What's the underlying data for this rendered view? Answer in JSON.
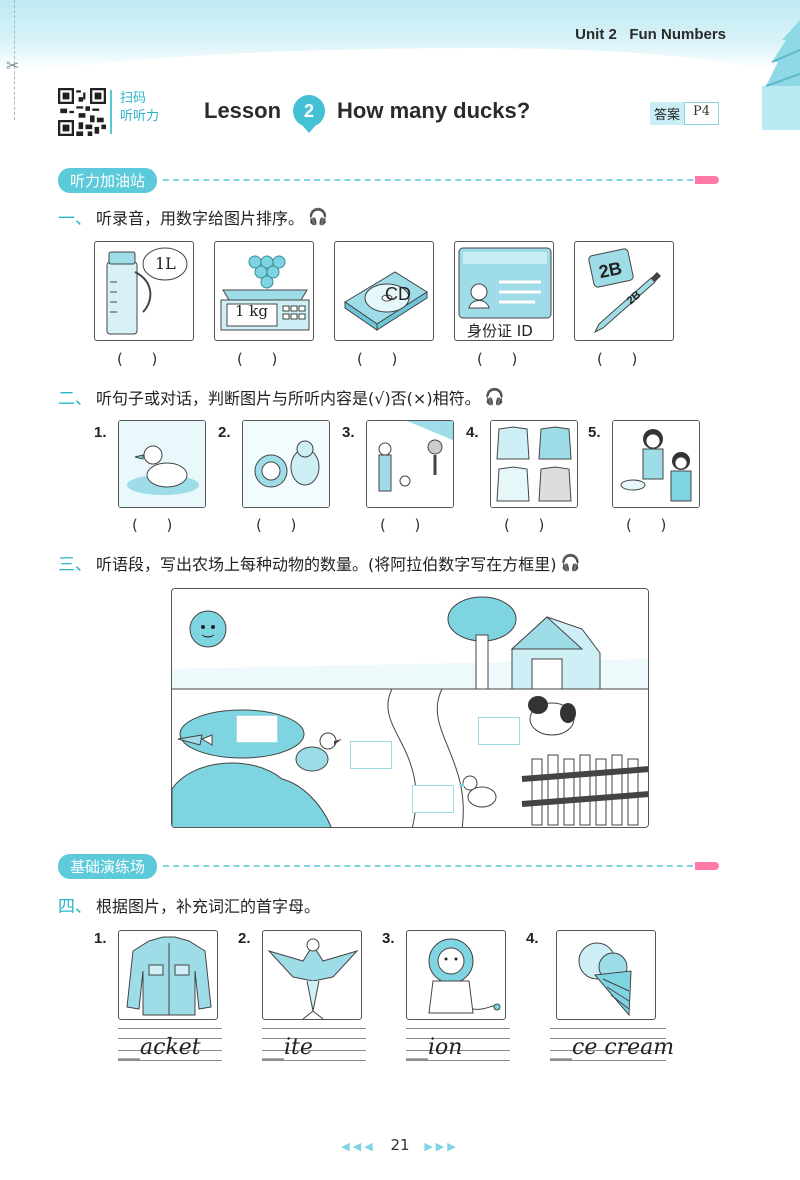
{
  "header": {
    "unit_title": "Unit 2   Fun Numbers"
  },
  "qr": {
    "label_line1": "扫码",
    "label_line2": "听听力"
  },
  "lesson": {
    "word": "Lesson",
    "number": "2",
    "title": "How many ducks?"
  },
  "answer_ref": {
    "label": "答案",
    "page": "P4"
  },
  "sections": {
    "listening": "听力加油站",
    "practice": "基础演练场"
  },
  "q1": {
    "num": "一、",
    "text": "听录音，用数字给图片排序。",
    "bottle_label": "1L",
    "scale_label": "1 kg",
    "cd_label": "CD",
    "id_label": "身份证 ID",
    "pencil_label": "2B",
    "paren": "(      )"
  },
  "q2": {
    "num": "二、",
    "text": "听句子或对话，判断图片与所听内容是(√)否(×)相符。",
    "items": [
      "1.",
      "2.",
      "3.",
      "4.",
      "5."
    ],
    "paren": "(      )"
  },
  "q3": {
    "num": "三、",
    "text": "听语段，写出农场上每种动物的数量。(将阿拉伯数字写在方框里)"
  },
  "q4": {
    "num": "四、",
    "text": "根据图片，补充词汇的首字母。",
    "items": [
      {
        "n": "1.",
        "word": "__acket",
        "icon": "jacket-icon"
      },
      {
        "n": "2.",
        "word": "__ite",
        "icon": "kite-icon"
      },
      {
        "n": "3.",
        "word": "__ion",
        "icon": "lion-icon"
      },
      {
        "n": "4.",
        "word": "__ce cream",
        "icon": "ice-cream-icon"
      }
    ]
  },
  "page_number": "21",
  "colors": {
    "accent": "#45c1d6",
    "light_accent": "#bfe9f3",
    "pink": "#ff7aa8"
  }
}
